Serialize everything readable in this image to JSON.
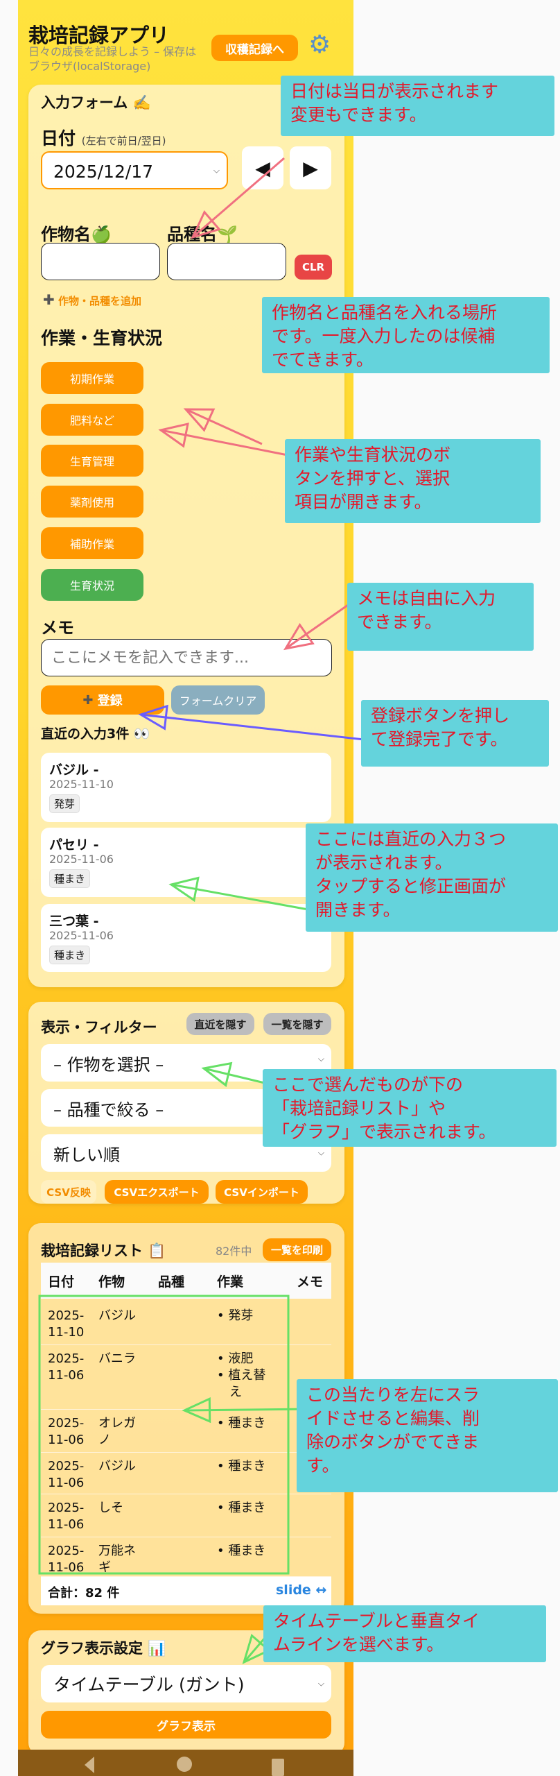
{
  "header": {
    "title": "栽培記録アプリ",
    "subtitle": "日々の成長を記録しよう – 保存はブラウザ(localStorage)",
    "harvest_button": "収穫記録へ",
    "settings_icon": "gear-icon"
  },
  "form": {
    "title": "入力フォーム ✍️",
    "date_label": "日付",
    "date_hint": "(左右で前日/翌日)",
    "date_value": "2025/12/17",
    "prev": "◀",
    "next": "▶",
    "crop_label": "作物名🍏",
    "variety_label": "品種名🌱",
    "clr": "CLR",
    "add_link": "作物・品種を追加",
    "work_heading": "作業・生育状況",
    "work_buttons": [
      "初期作業",
      "肥料など",
      "生育管理",
      "薬剤使用",
      "補助作業",
      "生育状況"
    ],
    "memo_label": "メモ",
    "memo_placeholder": "ここにメモを記入できます...",
    "register": "登録",
    "clear": "フォームクリア",
    "recent_title": "直近の入力3件 👀",
    "recent": [
      {
        "title": "バジル -",
        "date": "2025-11-10",
        "tag": "発芽"
      },
      {
        "title": "パセリ -",
        "date": "2025-11-06",
        "tag": "種まき"
      },
      {
        "title": "三つ葉 -",
        "date": "2025-11-06",
        "tag": "種まき"
      }
    ]
  },
  "filter": {
    "title": "表示・フィルター",
    "hide_recent": "直近を隠す",
    "hide_list": "一覧を隠す",
    "crop_select": "– 作物を選択 –",
    "variety_select": "– 品種で絞る –",
    "sort_select": "新しい順",
    "csv_apply": "CSV反映",
    "csv_export": "CSVエクスポート",
    "csv_import": "CSVインポート"
  },
  "list": {
    "title": "栽培記録リスト 📋",
    "count": "82件中",
    "print": "一覧を印刷",
    "columns": [
      "日付",
      "作物",
      "品種",
      "作業",
      "メモ"
    ],
    "rows": [
      {
        "date": "2025-\n11-10",
        "crop": "バジル",
        "variety": "",
        "work": "• 発芽",
        "memo": ""
      },
      {
        "date": "2025-\n11-06",
        "crop": "バニラ",
        "variety": "",
        "work": "• 液肥\n• 植え替\n　え",
        "memo": ""
      },
      {
        "date": "2025-\n11-06",
        "crop": "オレガ\nノ",
        "variety": "",
        "work": "• 種まき",
        "memo": ""
      },
      {
        "date": "2025-\n11-06",
        "crop": "バジル",
        "variety": "",
        "work": "• 種まき",
        "memo": ""
      },
      {
        "date": "2025-\n11-06",
        "crop": "しそ",
        "variety": "",
        "work": "• 種まき",
        "memo": ""
      },
      {
        "date": "2025-\n11-06",
        "crop": "万能ネ\nギ",
        "variety": "",
        "work": "• 種まき",
        "memo": ""
      }
    ],
    "total": "合計：82 件",
    "slide": "slide ↔"
  },
  "graph": {
    "title": "グラフ表示設定 📊",
    "select": "タイムテーブル (ガント)",
    "button": "グラフ表示"
  },
  "annotations": [
    "日付は当日が表示されます\n変更もできます。",
    "作物名と品種名を入れる場所\nです。一度入力したのは候補\nでてきます。",
    "作業や生育状況のボ\nタンを押すと、選択\n項目が開きます。",
    "メモは自由に入力\nできます。",
    "登録ボタンを押し\nて登録完了です。",
    "ここには直近の入力３つ\nが表示されます。\nタップすると修正画面が\n開きます。",
    "ここで選んだものが下の\n「栽培記録リスト」や\n「グラフ」で表示されます。",
    "この当たりを左にスラ\nイドさせると編集、削\n除のボタンがでてきま\nす。",
    "タイムテーブルと垂直タイ\nムラインを選べます。"
  ],
  "colors": {
    "accent": "#ff9800",
    "green": "#4caf50",
    "clr": "#e84545",
    "note_bg": "#64d3dc",
    "note_text": "#e3192b"
  }
}
